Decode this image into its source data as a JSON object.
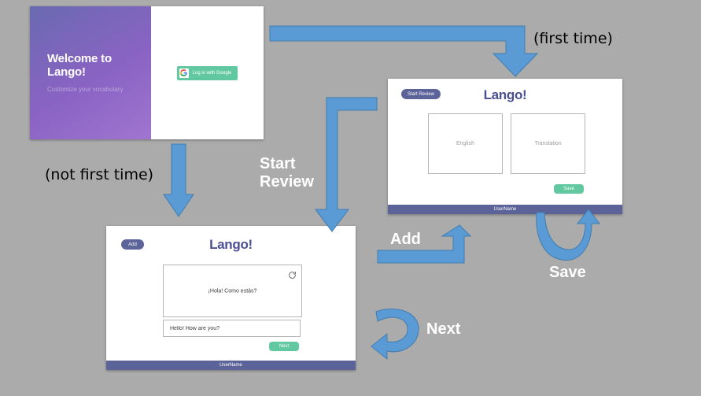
{
  "canvas": {
    "background_color": "#ababab",
    "accent_blue": "#5b9bd5",
    "accent_blue_dark": "#3f7cb0",
    "brand_purple": "#5c6399",
    "brand_green": "#62c8a2"
  },
  "welcome_screen": {
    "name": "welcome-login-screen",
    "title": "Welcome to Lango!",
    "subtitle": "Customize your vocabulary",
    "login_button": {
      "label": "Log in with Google",
      "icon": "google-g-icon",
      "glyph": "G"
    }
  },
  "review_screen": {
    "name": "add-word-screen",
    "start_review_button": "Start Review",
    "title": "Lango!",
    "english_box_placeholder": "English",
    "translation_box_placeholder": "Translation",
    "save_button": "Save",
    "footer_username": "UserName"
  },
  "practice_screen": {
    "name": "review-practice-screen",
    "add_button": "Add",
    "title": "Lango!",
    "phrase": "¡Hola! Como estás?",
    "refresh_icon": "refresh-icon",
    "answer_value": "Hello! How are you?",
    "next_button": "Next",
    "footer_username": "UserName"
  },
  "annotations": {
    "first_time": "(first time)",
    "not_first_time": "(not first time)",
    "start_review": "Start\nReview",
    "start_review_line1": "Start",
    "start_review_line2": "Review",
    "add": "Add",
    "save": "Save",
    "next": "Next"
  }
}
